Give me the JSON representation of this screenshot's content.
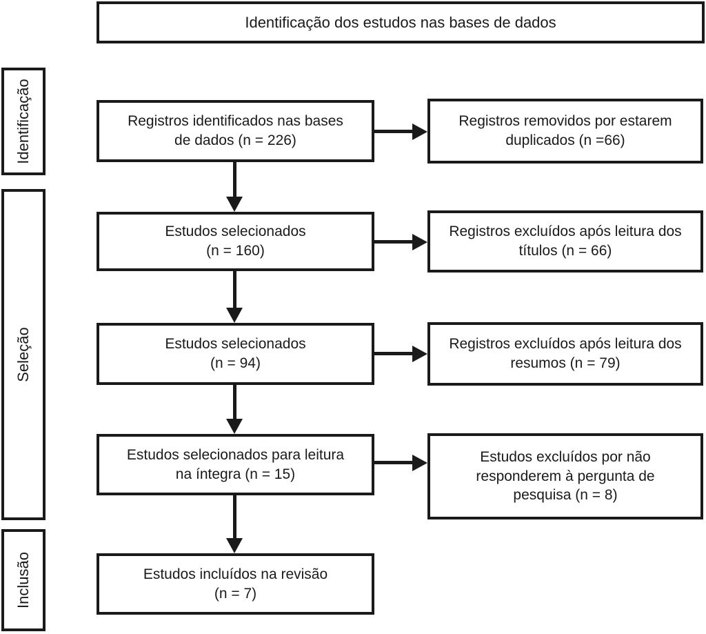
{
  "diagram": {
    "title": "Identificação dos estudos nas bases de dados",
    "phases": [
      {
        "label": "Identificação"
      },
      {
        "label": "Seleção"
      },
      {
        "label": "Inclusão"
      }
    ],
    "main_boxes": [
      {
        "label": "Registros identificados nas bases\nde dados (n = 226)"
      },
      {
        "label": "Estudos selecionados\n(n = 160)"
      },
      {
        "label": "Estudos selecionados\n(n = 94)"
      },
      {
        "label": "Estudos selecionados para leitura\nna íntegra (n = 15)"
      },
      {
        "label": "Estudos incluídos na revisão\n(n = 7)"
      }
    ],
    "excluded_boxes": [
      {
        "label": "Registros removidos por estarem\nduplicados (n =66)"
      },
      {
        "label": "Registros excluídos após leitura dos\ntítulos (n = 66)"
      },
      {
        "label": "Registros excluídos após leitura dos\nresumos (n = 79)"
      },
      {
        "label": "Estudos excluídos por não\nresponderem à pergunta de\npesquisa (n = 8)"
      }
    ],
    "colors": {
      "line": "#1a1a1a",
      "background": "#ffffff"
    }
  }
}
